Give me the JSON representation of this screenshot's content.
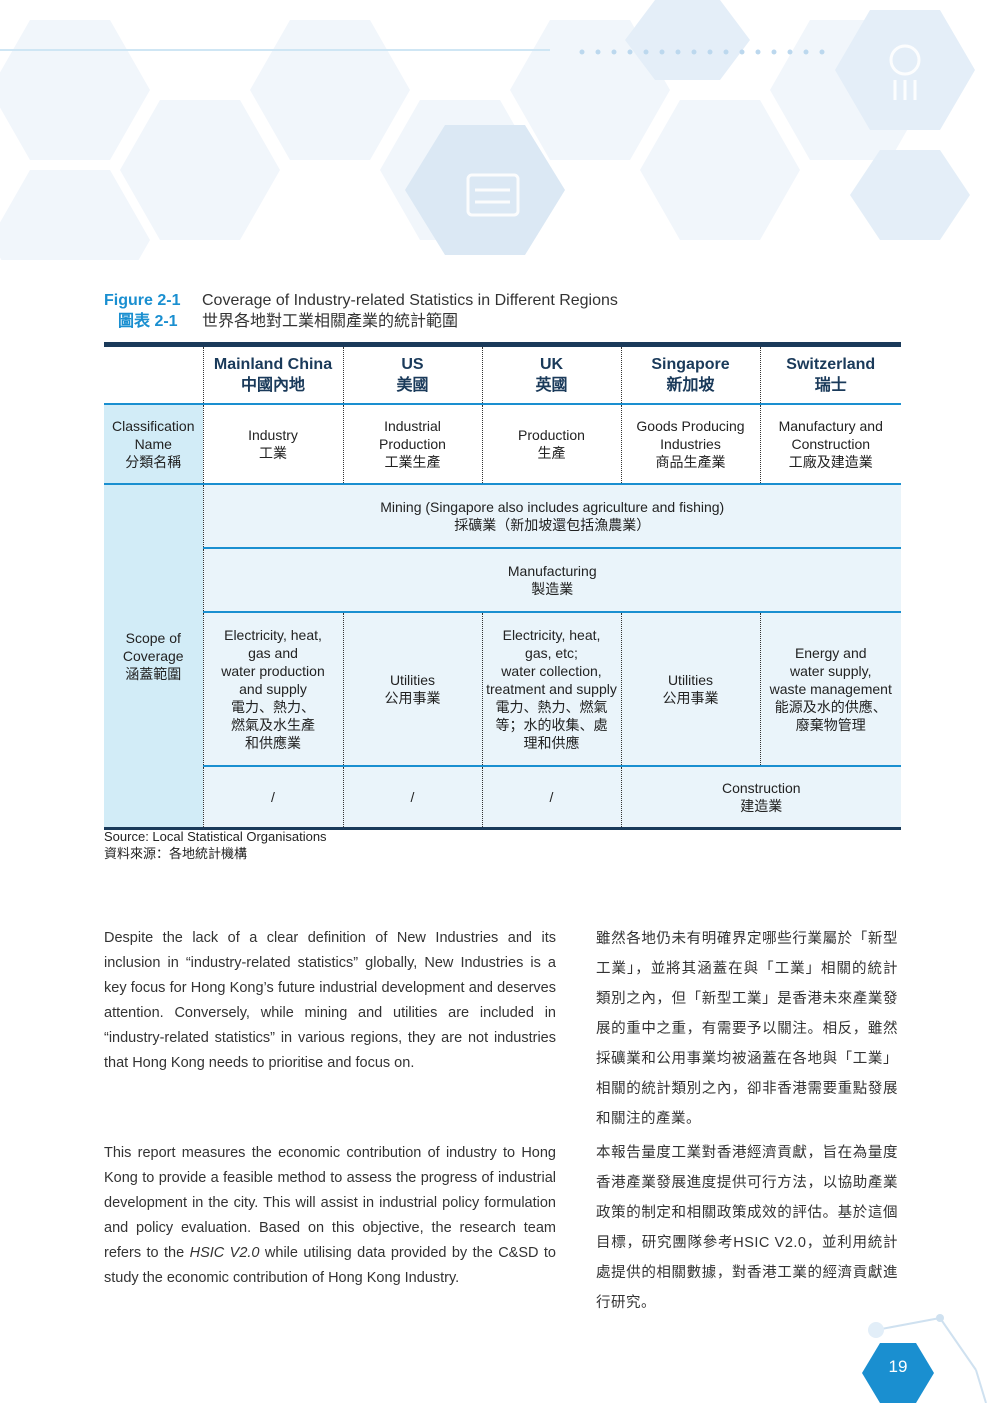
{
  "figure": {
    "label_en": "Figure 2-1",
    "title_en": "Coverage of Industry-related Statistics in Different Regions",
    "label_zh": "圖表 2-1",
    "title_zh": "世界各地對工業相關產業的統計範圍"
  },
  "table": {
    "headers": [
      {
        "en": "Mainland China",
        "zh": "中國內地"
      },
      {
        "en": "US",
        "zh": "美國"
      },
      {
        "en": "UK",
        "zh": "英國"
      },
      {
        "en": "Singapore",
        "zh": "新加坡"
      },
      {
        "en": "Switzerland",
        "zh": "瑞士"
      }
    ],
    "classification": {
      "rowhead": [
        "Classification",
        "Name",
        "分類名稱"
      ],
      "cells": [
        [
          "Industry",
          "工業"
        ],
        [
          "Industrial",
          "Production",
          "工業生產"
        ],
        [
          "Production",
          "生產"
        ],
        [
          "Goods Producing",
          "Industries",
          "商品生產業"
        ],
        [
          "Manufactury and",
          "Construction",
          "工廠及建造業"
        ]
      ]
    },
    "scope": {
      "rowhead": [
        "Scope of",
        "Coverage",
        "涵蓋範圍"
      ],
      "mining": [
        "Mining (Singapore also includes agriculture and fishing)",
        "採礦業（新加坡還包括漁農業）"
      ],
      "manufacturing": [
        "Manufacturing",
        "製造業"
      ],
      "utilities": [
        [
          "Electricity, heat,",
          "gas and",
          "water production",
          "and supply",
          "電力、熱力、",
          "燃氣及水生產",
          "和供應業"
        ],
        [
          "Utilities",
          "公用事業"
        ],
        [
          "Electricity, heat,",
          "gas, etc;",
          "water collection,",
          "treatment and supply",
          "電力、熱力、燃氣",
          "等；水的收集、處",
          "理和供應"
        ],
        [
          "Utilities",
          "公用事業"
        ],
        [
          "Energy and",
          "water supply,",
          "waste management",
          "能源及水的供應、",
          "廢棄物管理"
        ]
      ],
      "construction": {
        "slashes": [
          "/",
          "/",
          "/"
        ],
        "text": [
          "Construction",
          "建造業"
        ]
      }
    }
  },
  "source": {
    "en": "Source: Local Statistical Organisations",
    "zh": "資料來源：各地統計機構"
  },
  "body": {
    "p1_en": "Despite the lack of a clear definition of New Industries and its inclusion in “industry-related statistics” globally, New Industries is a key focus for Hong Kong’s future industrial development and deserves attention. Conversely, while mining and utilities are included in “industry-related statistics” in various regions, they are not industries that Hong Kong needs to prioritise and focus on.",
    "p1_zh": "雖然各地仍未有明確界定哪些行業屬於「新型工業」，並將其涵蓋在與「工業」相關的統計類別之內，但「新型工業」是香港未來產業發展的重中之重，有需要予以關注。相反，雖然採礦業和公用事業均被涵蓋在各地與「工業」相關的統計類別之內，卻非香港需要重點發展和關注的產業。",
    "p2_en_a": "This report measures the economic contribution of industry to Hong Kong to provide a feasible method to assess the progress of industrial development in the city. This will assist in industrial policy formulation and policy evaluation. Based on this objective, the research team refers to the ",
    "p2_en_hsic": "HSIC V2.0",
    "p2_en_b": " while utilising data provided by the C&SD to study the economic contribution of Hong Kong Industry.",
    "p2_zh": "本報告量度工業對香港經濟貢獻，旨在為量度香港產業發展進度提供可行方法，以協助產業政策的制定和相關政策成效的評估。基於這個目標，研究團隊參考HSIC V2.0，並利用統計處提供的相關數據，對香港工業的經濟貢獻進行研究。"
  },
  "page_number": "19",
  "colors": {
    "accent": "#1a8fd0",
    "navy": "#1a3a5a",
    "row_head_bg": "#d2ecf7",
    "hexagon_light": "#eef4fa"
  }
}
